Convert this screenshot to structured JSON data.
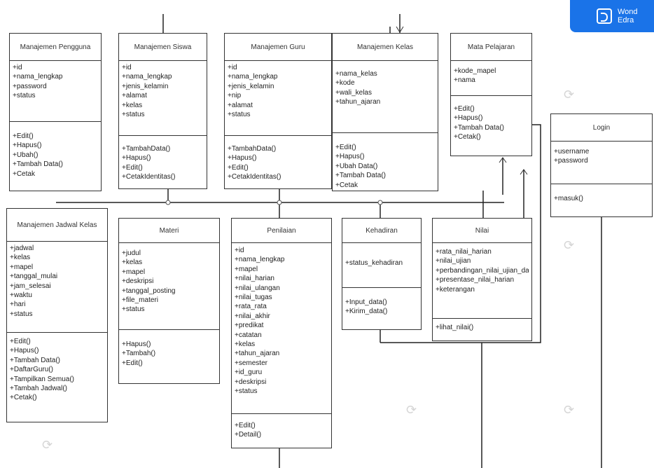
{
  "badge": {
    "line1": "Wond",
    "line2": "Edra",
    "icon": "edraw-logo-icon",
    "color": "#1a73e8"
  },
  "classes": {
    "pengguna": {
      "title": "Manajemen Pengguna",
      "attributes": [
        "+id",
        "+nama_lengkap",
        "+password",
        "+status"
      ],
      "methods": [
        "+Edit()",
        "+Hapus()",
        "+Ubah()",
        "+Tambah Data()",
        "+Cetak"
      ]
    },
    "siswa": {
      "title": "Manajemen Siswa",
      "attributes": [
        "+id",
        "+nama_lengkap",
        "+jenis_kelamin",
        "+alamat",
        "+kelas",
        "+status"
      ],
      "methods": [
        "+TambahData()",
        "+Hapus()",
        "+Edit()",
        "+CetakIdentitas()"
      ]
    },
    "guru": {
      "title": "Manajemen Guru",
      "attributes": [
        "+id",
        "+nama_lengkap",
        "+jenis_kelamin",
        "+nip",
        "+alamat",
        "+status"
      ],
      "methods": [
        "+TambahData()",
        "+Hapus()",
        "+Edit()",
        "+CetakIdentitas()"
      ]
    },
    "kelas": {
      "title": "Manajemen Kelas",
      "attributes": [
        "+nama_kelas",
        "+kode",
        "+wali_kelas",
        "+tahun_ajaran"
      ],
      "methods": [
        "+Edit()",
        "+Hapus()",
        "+Ubah Data()",
        "+Tambah Data()",
        "+Cetak"
      ]
    },
    "mapel": {
      "title": "Mata Pelajaran",
      "attributes": [
        "+kode_mapel",
        "+nama"
      ],
      "methods": [
        "+Edit()",
        "+Hapus()",
        "+Tambah Data()",
        "+Cetak()"
      ]
    },
    "login": {
      "title": "Login",
      "attributes": [
        "+username",
        "+password"
      ],
      "methods": [
        "+masuk()"
      ]
    },
    "jadwal": {
      "title": "Manajemen Jadwal Kelas",
      "attributes": [
        "+jadwal",
        "+kelas",
        "+mapel",
        "+tanggal_mulai",
        "+jam_selesai",
        "+waktu",
        "+hari",
        "+status"
      ],
      "methods": [
        "+Edit()",
        "+Hapus()",
        "+Tambah Data()",
        "+DaftarGuru()",
        "+Tampilkan Semua()",
        "+Tambah Jadwal()",
        "+Cetak()"
      ]
    },
    "materi": {
      "title": "Materi",
      "attributes": [
        "+judul",
        "+kelas",
        "+mapel",
        "+deskripsi",
        "+tanggal_posting",
        "+file_materi",
        "+status"
      ],
      "methods": [
        "+Hapus()",
        "+Tambah()",
        "+Edit()"
      ]
    },
    "penilaian": {
      "title": "Penilaian",
      "attributes": [
        "+id",
        "+nama_lengkap",
        "+mapel",
        "+nilai_harian",
        "+nilai_ulangan",
        "+nilai_tugas",
        "+rata_rata",
        "+nilai_akhir",
        "+predikat",
        "+catatan",
        "+kelas",
        "+tahun_ajaran",
        "+semester",
        "+id_guru",
        "+deskripsi",
        "+status"
      ],
      "methods": [
        "+Edit()",
        "+Detail()"
      ]
    },
    "kehadiran": {
      "title": "Kehadiran",
      "attributes": [
        "+status_kehadiran"
      ],
      "methods": [
        "+Input_data()",
        "+Kirim_data()"
      ]
    },
    "nilai": {
      "title": "Nilai",
      "attributes": [
        "+rata_nilai_harian",
        "+nilai_ujian",
        "+perbandingan_nilai_ujian_dan_nilai",
        "+presentase_nilai_harian",
        "+keterangan"
      ],
      "methods": [
        "+lihat_nilai()"
      ]
    }
  }
}
